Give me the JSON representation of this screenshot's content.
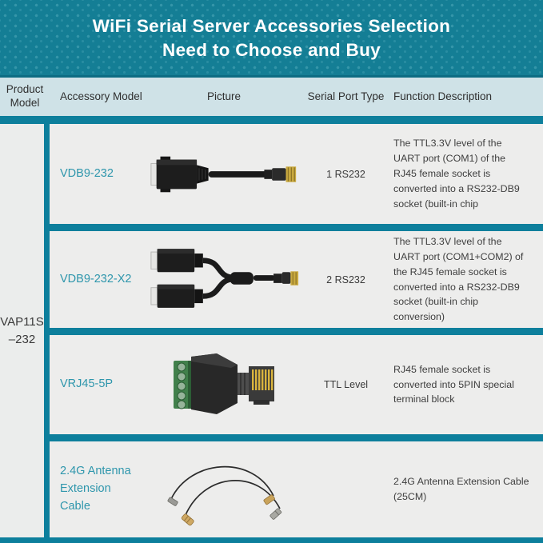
{
  "banner": {
    "title_line1": "WiFi Serial Server Accessories Selection",
    "title_line2": "Need to Choose and Buy"
  },
  "colors": {
    "banner-teal": "#147e95",
    "teal": "#0d7f9c",
    "header-bg": "#cfe2e7",
    "accent": "#2e96ac"
  },
  "table": {
    "headers": {
      "product_model": "Product Model",
      "accessory_model": "Accessory Model",
      "picture": "Picture",
      "serial_port_type": "Serial Port Type",
      "function_description": "Function Description"
    },
    "product_model": {
      "line1": "VAP11S",
      "line2": "–232"
    },
    "rows": [
      {
        "model": "VDB9-232",
        "picture": "db9-to-rj45-adapter-cable",
        "serial_port_type": "1 RS232",
        "description": "The TTL3.3V level of the UART port (COM1) of the RJ45 female socket is converted into a RS232-DB9 socket (built-in chip"
      },
      {
        "model": "VDB9-232-X2",
        "picture": "dual-db9-to-rj45-splitter-cable",
        "serial_port_type": "2 RS232",
        "description": "The TTL3.3V level of the UART port (COM1+COM2) of the RJ45 female socket is converted into a RS232-DB9 socket (built-in chip conversion)"
      },
      {
        "model": "VRJ45-5P",
        "picture": "rj45-to-5pin-terminal-block-adapter",
        "serial_port_type": "TTL Level",
        "description": "RJ45 female socket is converted into 5PIN special terminal block"
      },
      {
        "model": "2.4G Antenna Extension Cable",
        "picture": "two-antenna-extension-cables",
        "serial_port_type": "",
        "description": "2.4G Antenna Extension Cable (25CM)"
      }
    ]
  }
}
